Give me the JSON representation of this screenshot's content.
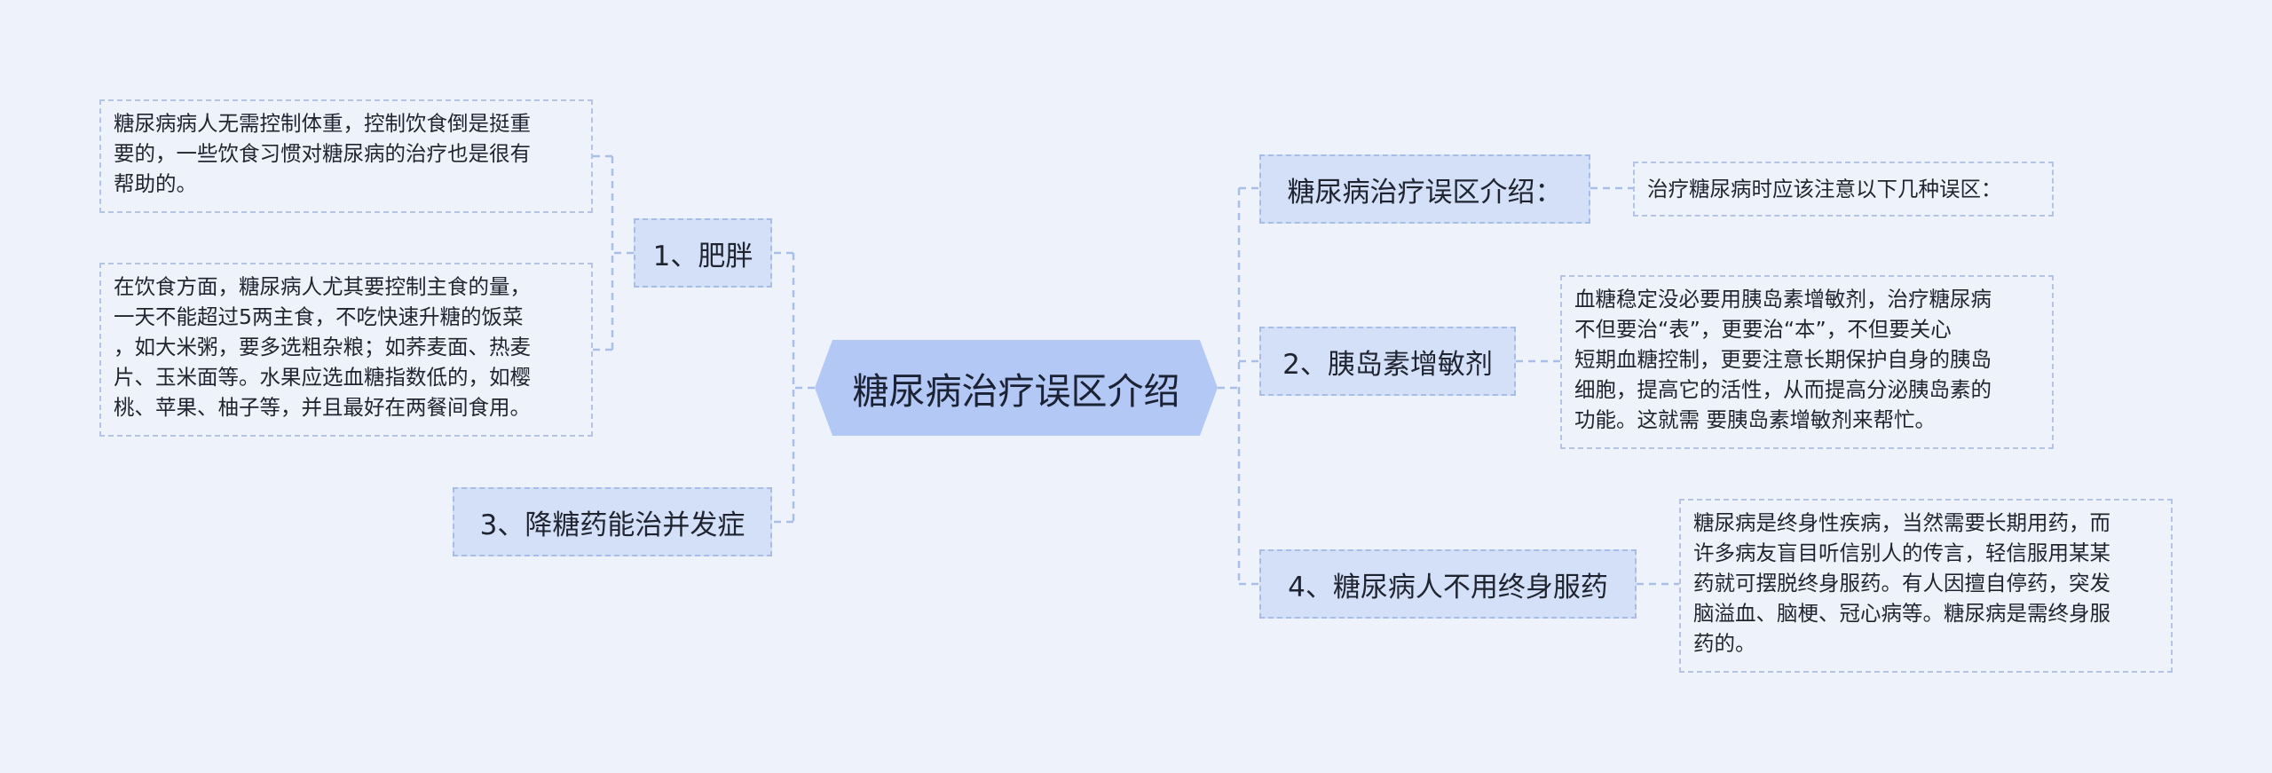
{
  "central": {
    "label": "糖尿病治疗误区介绍"
  },
  "branches": [
    {
      "label": "1、肥胖"
    },
    {
      "label": "3、降糖药能治并发症"
    },
    {
      "label": "糖尿病治疗误区介绍："
    },
    {
      "label": "2、胰岛素增敏剂"
    },
    {
      "label": "4、糖尿病人不用终身服药"
    }
  ],
  "leaves": {
    "obesity_1": [
      "糖尿病病人无需控制体重，控制饮食倒是挺重",
      "要的，一些饮食习惯对糖尿病的治疗也是很有",
      "帮助的。"
    ],
    "obesity_2": [
      "在饮食方面，糖尿病人尤其要控制主食的量，",
      "一天不能超过5两主食，不吃快速升糖的饭菜",
      "，如大米粥，要多选粗杂粮；如荞麦面、热麦",
      "片、玉米面等。水果应选血糖指数低的，如樱",
      "桃、苹果、柚子等，并且最好在两餐间食用。"
    ],
    "intro": [
      "治疗糖尿病时应该注意以下几种误区："
    ],
    "insulin": [
      "血糖稳定没必要用胰岛素增敏剂，治疗糖尿病",
      "不但要治“表”，更要治“本”，不但要关心",
      "短期血糖控制，更要注意长期保护自身的胰岛",
      "细胞，提高它的活性，从而提高分泌胰岛素的",
      "功能。这就需 要胰岛素增敏剂来帮忙。"
    ],
    "lifelong": [
      "糖尿病是终身性疾病，当然需要长期用药，而",
      "许多病友盲目听信别人的传言，轻信服用某某",
      "药就可摆脱终身服药。有人因擅自停药，突发",
      "脑溢血、脑梗、冠心病等。糖尿病是需终身服",
      "药的。"
    ]
  },
  "colors": {
    "background": "#eef3fb",
    "central_fill": "#b4c8f5",
    "branch_fill": "#d3e0f8",
    "connector": "#a9bfe6"
  }
}
